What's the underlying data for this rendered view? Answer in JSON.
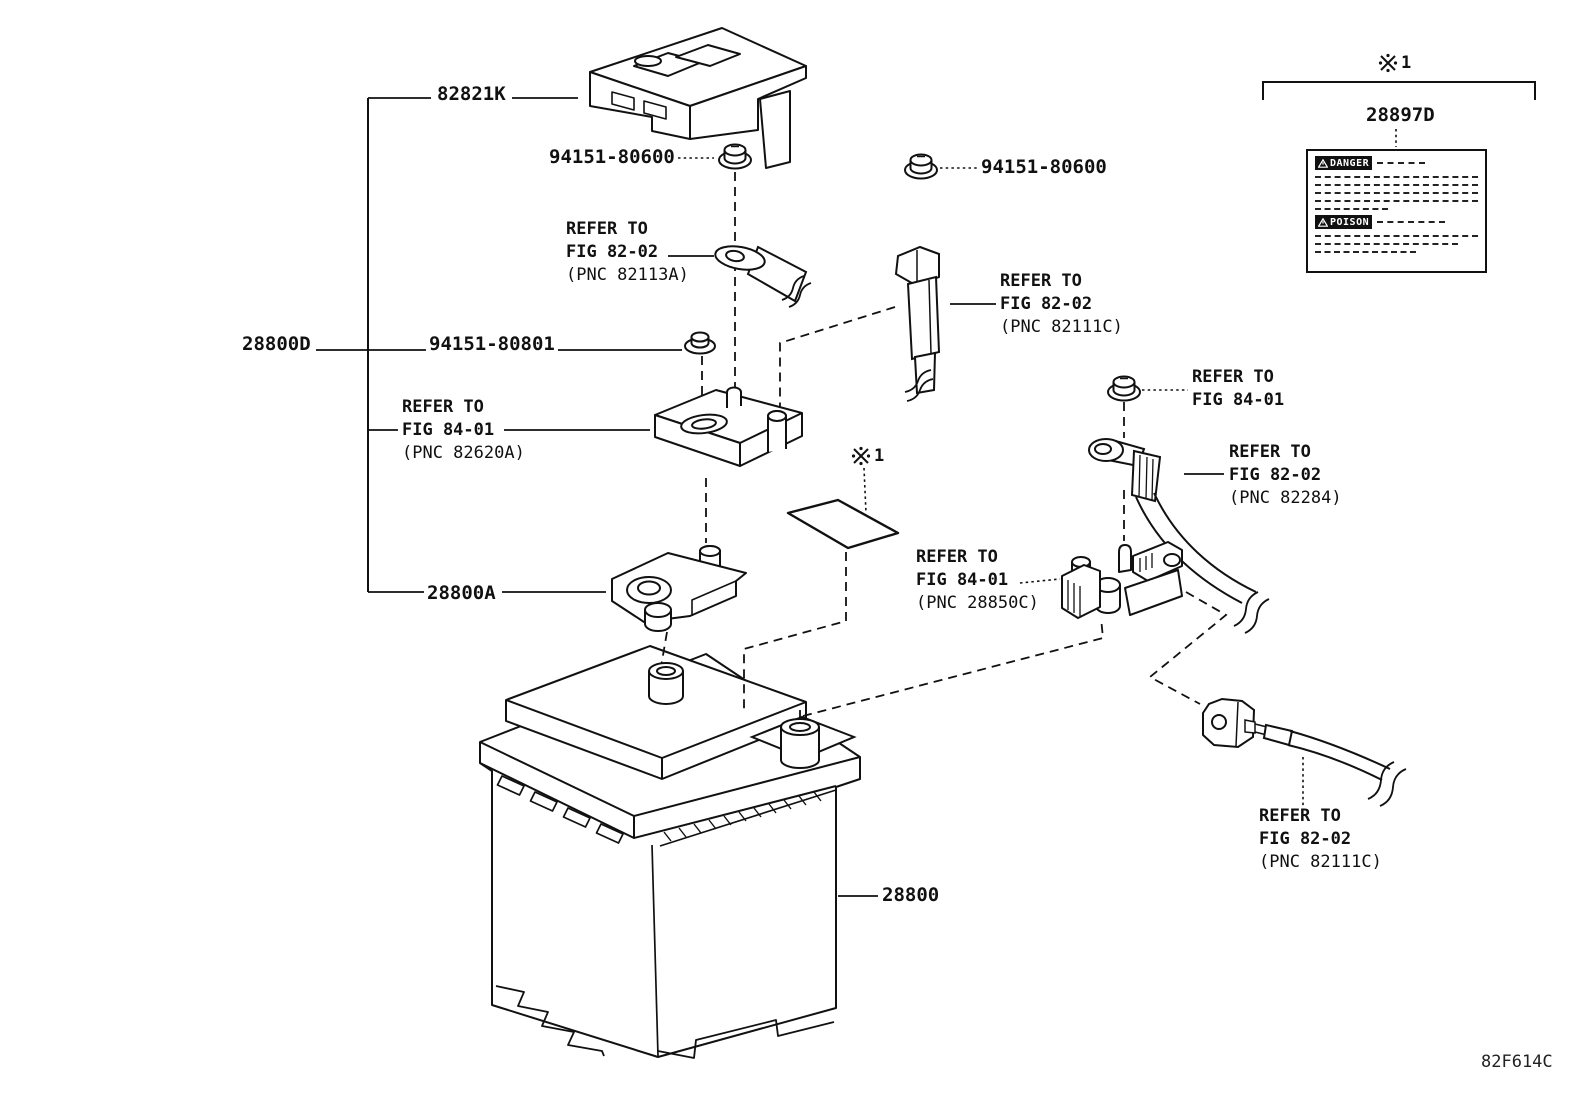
{
  "labels": {
    "fuse_block_cover": "82821K",
    "nut_left": "94151-80600",
    "nut_right": "94151-80600",
    "battery_assembly": "28800D",
    "grommet_nut": "94151-80801",
    "terminal_assembly": "28800A",
    "battery": "28800",
    "caution_plate": "28897D",
    "figure_code": "82F614C"
  },
  "footnote": {
    "number": "1"
  },
  "references": {
    "fig_82113a": {
      "l1": "REFER TO",
      "l2": "FIG 82-02",
      "l3": "(PNC 82113A)"
    },
    "fig_82111c_upper": {
      "l1": "REFER TO",
      "l2": "FIG 82-02",
      "l3": "(PNC 82111C)"
    },
    "fig_82620a": {
      "l1": "REFER TO",
      "l2": "FIG 84-01",
      "l3": "(PNC 82620A)"
    },
    "fig_8401_nut": {
      "l1": "REFER TO",
      "l2": "FIG 84-01"
    },
    "fig_82284": {
      "l1": "REFER TO",
      "l2": "FIG 82-02",
      "l3": "(PNC 82284)"
    },
    "fig_28850c": {
      "l1": "REFER TO",
      "l2": "FIG 84-01",
      "l3": "(PNC 28850C)"
    },
    "fig_82111c_lower": {
      "l1": "REFER TO",
      "l2": "FIG 82-02",
      "l3": "(PNC 82111C)"
    }
  },
  "warning_label": {
    "danger": "DANGER",
    "poison": "POISON"
  }
}
